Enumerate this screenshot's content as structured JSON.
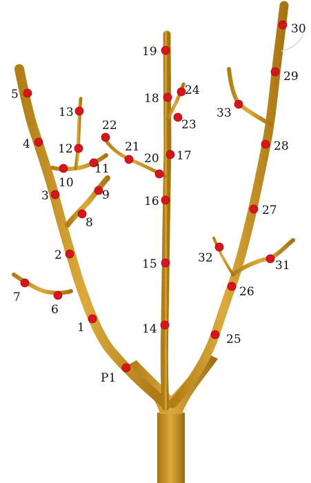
{
  "diagram": {
    "colors": {
      "wood_light": "#d9a638",
      "wood_mid": "#c08a1c",
      "wood_dark": "#8a5f12",
      "node": "#d8141c",
      "label": "#111111"
    },
    "nodes": [
      {
        "id": "P1",
        "label": "P1"
      },
      {
        "id": "1",
        "label": "1"
      },
      {
        "id": "2",
        "label": "2"
      },
      {
        "id": "3",
        "label": "3"
      },
      {
        "id": "4",
        "label": "4"
      },
      {
        "id": "5",
        "label": "5"
      },
      {
        "id": "6",
        "label": "6"
      },
      {
        "id": "7",
        "label": "7"
      },
      {
        "id": "8",
        "label": "8"
      },
      {
        "id": "9",
        "label": "9"
      },
      {
        "id": "10",
        "label": "10"
      },
      {
        "id": "11",
        "label": "11"
      },
      {
        "id": "12",
        "label": "12"
      },
      {
        "id": "13",
        "label": "13"
      },
      {
        "id": "14",
        "label": "14"
      },
      {
        "id": "15",
        "label": "15"
      },
      {
        "id": "16",
        "label": "16"
      },
      {
        "id": "17",
        "label": "17"
      },
      {
        "id": "18",
        "label": "18"
      },
      {
        "id": "19",
        "label": "19"
      },
      {
        "id": "20",
        "label": "20"
      },
      {
        "id": "21",
        "label": "21"
      },
      {
        "id": "22",
        "label": "22"
      },
      {
        "id": "23",
        "label": "23"
      },
      {
        "id": "24",
        "label": "24"
      },
      {
        "id": "25",
        "label": "25"
      },
      {
        "id": "26",
        "label": "26"
      },
      {
        "id": "27",
        "label": "27"
      },
      {
        "id": "28",
        "label": "28"
      },
      {
        "id": "29",
        "label": "29"
      },
      {
        "id": "30",
        "label": "30"
      },
      {
        "id": "31",
        "label": "31"
      },
      {
        "id": "32",
        "label": "32"
      },
      {
        "id": "33",
        "label": "33"
      }
    ]
  }
}
